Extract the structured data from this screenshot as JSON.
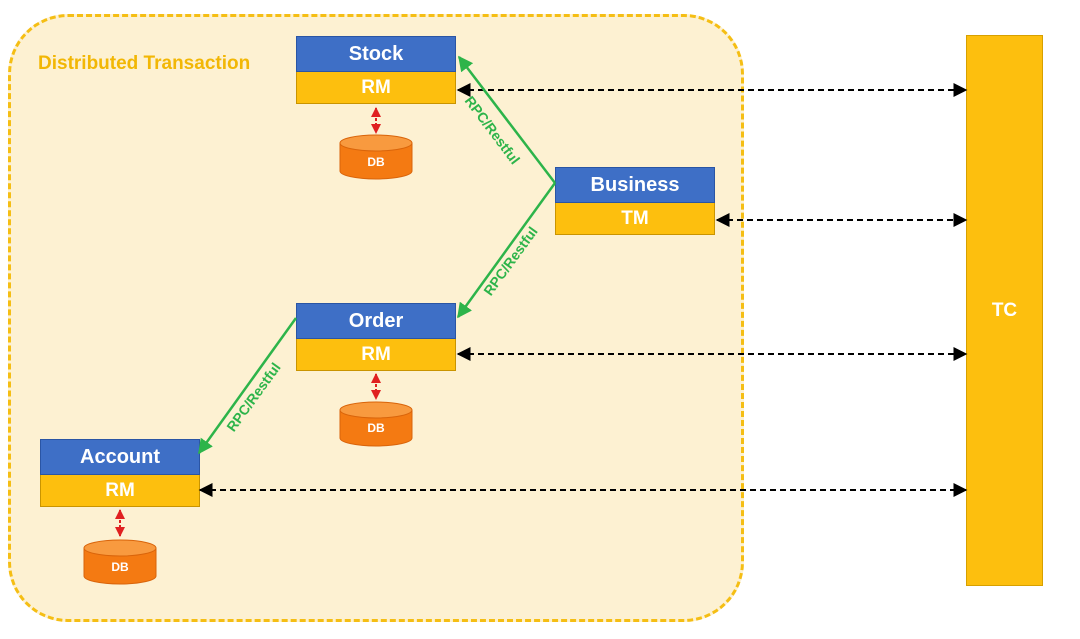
{
  "region": {
    "label": "Distributed Transaction"
  },
  "services": {
    "stock": {
      "name": "Stock",
      "role": "RM"
    },
    "business": {
      "name": "Business",
      "role": "TM"
    },
    "order": {
      "name": "Order",
      "role": "RM"
    },
    "account": {
      "name": "Account",
      "role": "RM"
    }
  },
  "databases": {
    "label": "DB"
  },
  "tc": {
    "label": "TC"
  },
  "edges": {
    "business_stock": "RPC/Restful",
    "business_order": "RPC/Restful",
    "order_account": "RPC/Restful"
  },
  "colors": {
    "service": "#3E6FC6",
    "role": "#FDBF0E",
    "db": "#F47A12",
    "rpc": "#2DB44A",
    "db_link": "#E02020",
    "tc_link": "#000000",
    "region_border": "#F5BE14",
    "region_fill": "#FDF1D2"
  }
}
